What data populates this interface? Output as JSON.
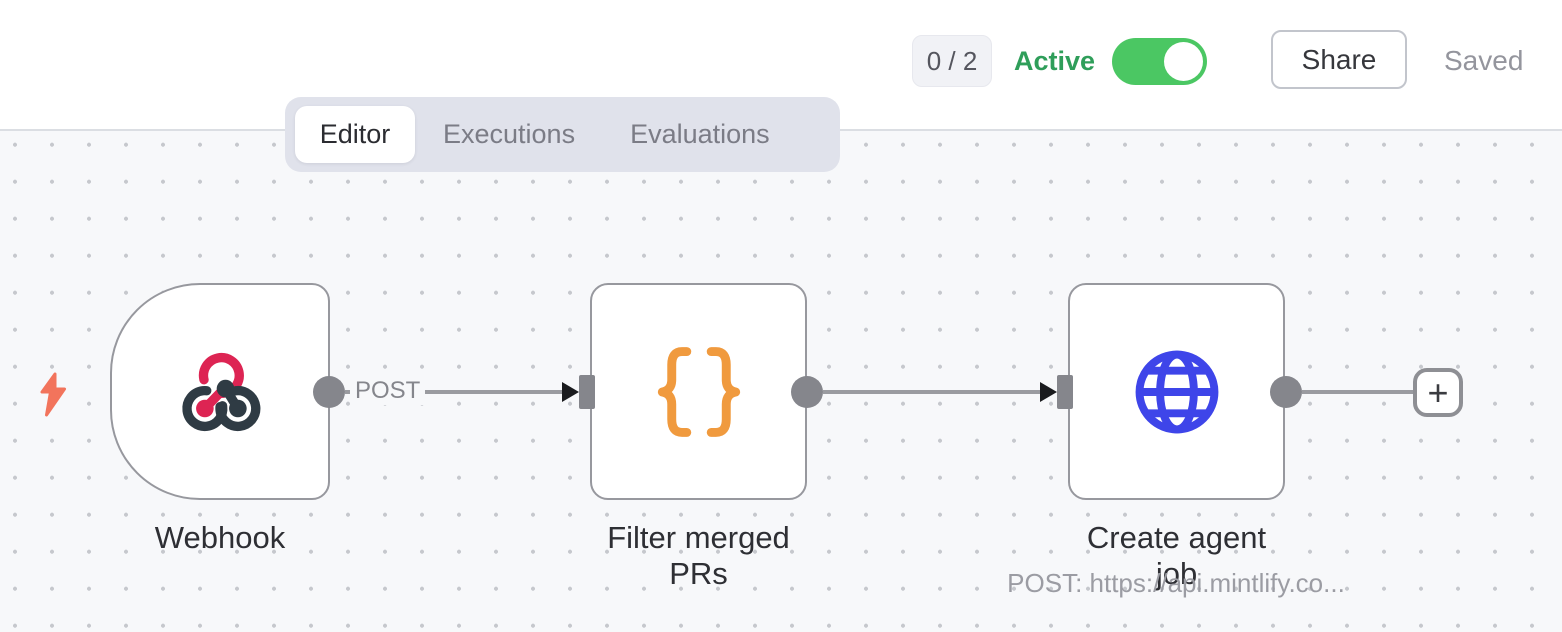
{
  "header": {
    "execution_counter": "0 / 2",
    "active_label": "Active",
    "active_toggle_state": "on",
    "share_button": "Share",
    "save_status": "Saved"
  },
  "tabs": {
    "selected": "Editor",
    "editor": "Editor",
    "executions": "Executions",
    "evaluations": "Evaluations"
  },
  "workflow": {
    "nodes": [
      {
        "title": "Webhook",
        "icon": "webhook-icon",
        "output_label": "POST"
      },
      {
        "title": "Filter merged PRs",
        "icon": "curly-braces-icon"
      },
      {
        "title": "Create agent job",
        "icon": "globe-icon",
        "subtitle": "POST: https://api.mintlify.co..."
      }
    ],
    "add_button": "+"
  },
  "colors": {
    "active_green": "#2f9e5a",
    "toggle_green": "#4bc763",
    "webhook_pink": "#dd2453",
    "webhook_dark": "#2f3b44",
    "braces_orange": "#f09a3e",
    "globe_blue": "#3e45e9",
    "bolt_salmon": "#f2745c",
    "node_border": "#97989e",
    "connector_gray": "#9a9ba0"
  }
}
